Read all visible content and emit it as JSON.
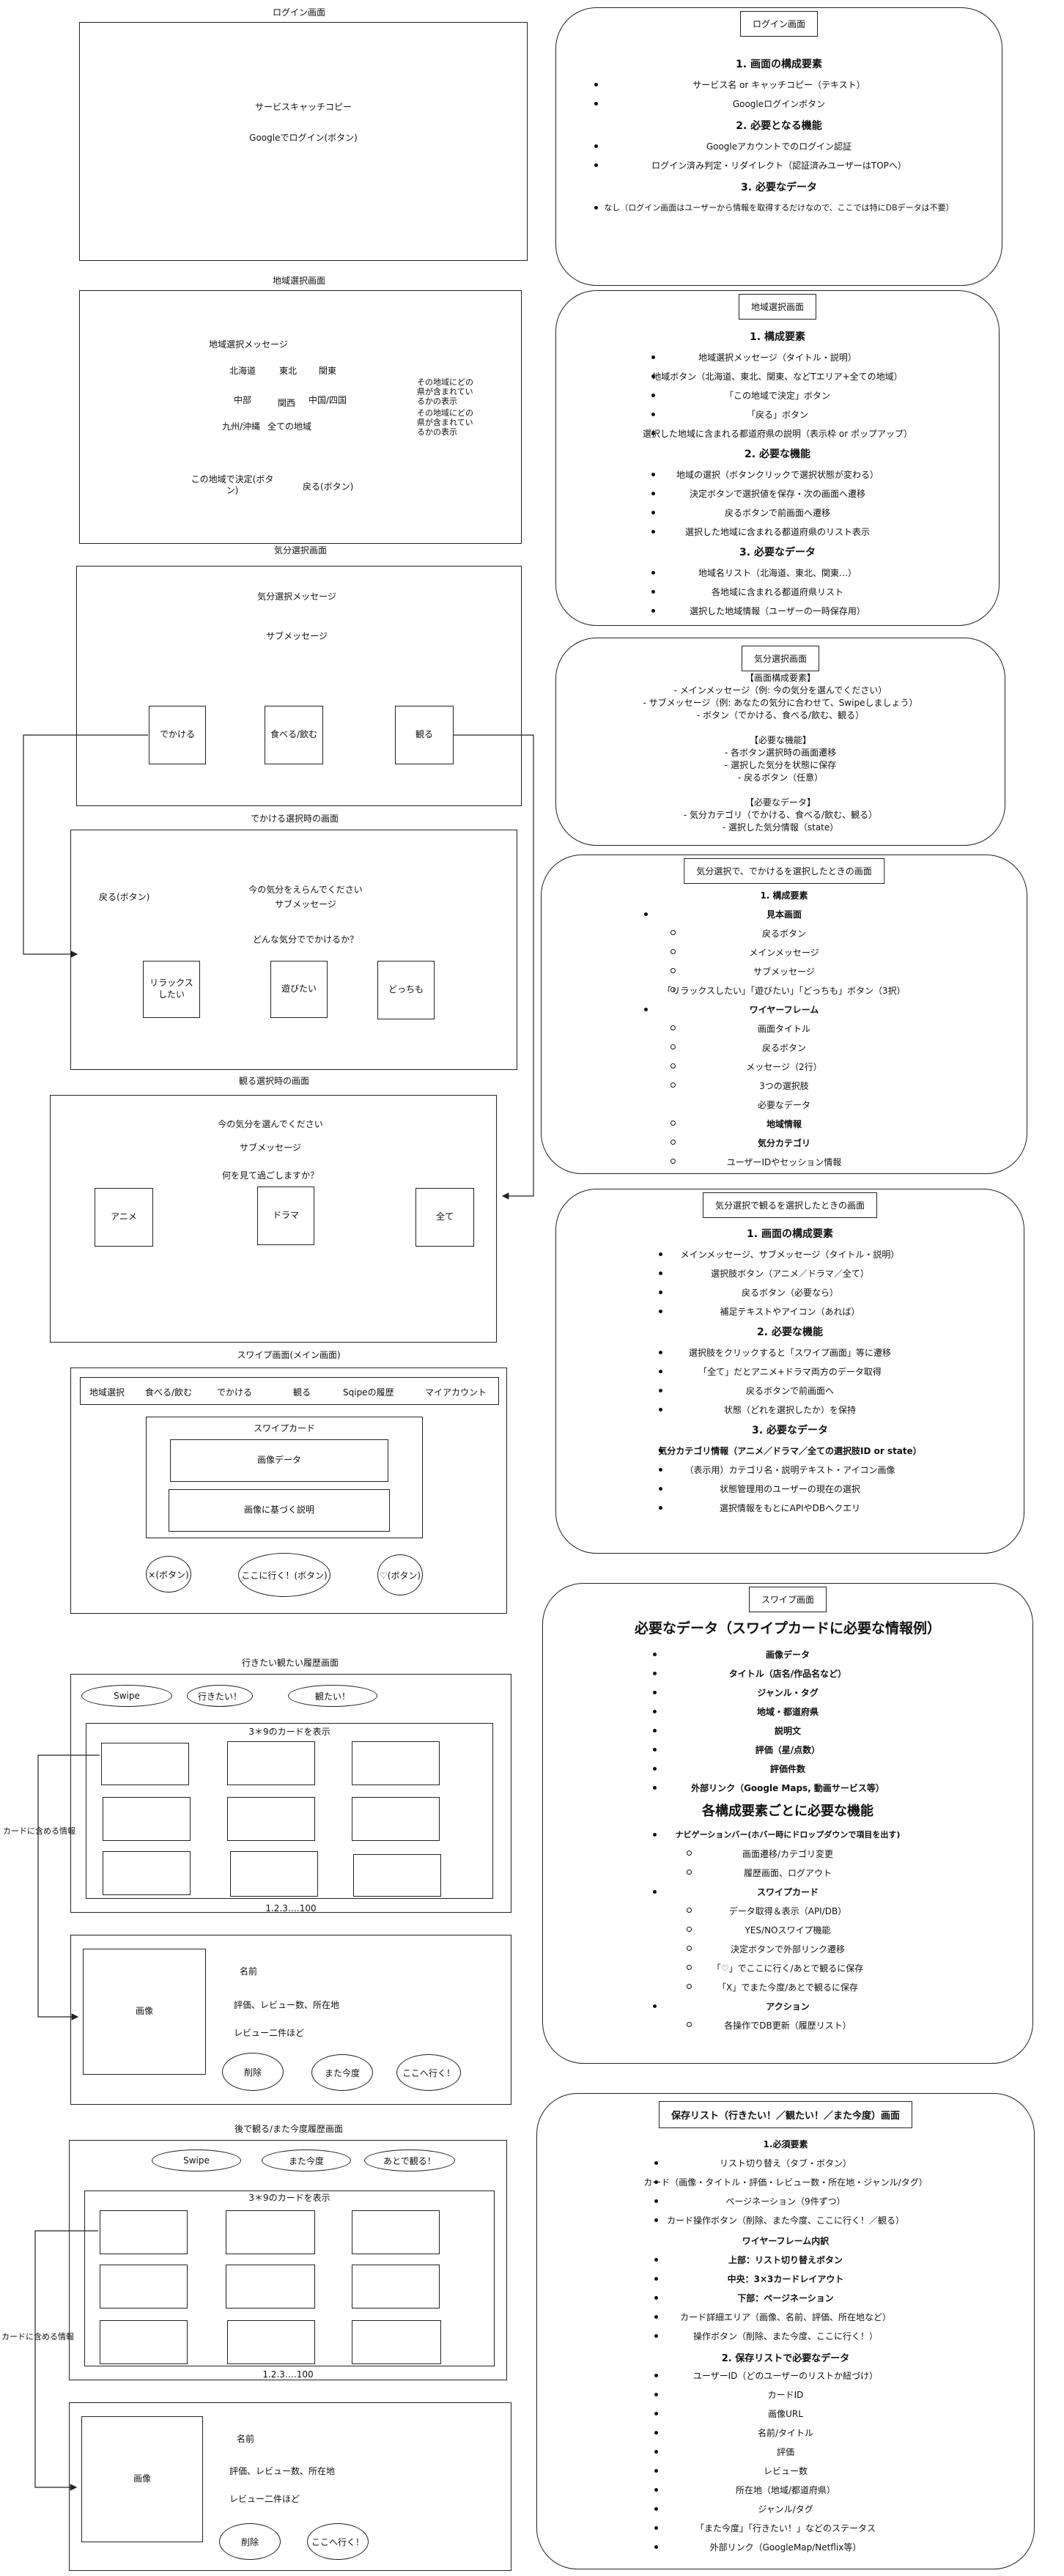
{
  "login": {
    "frame_title": "ログイン画面",
    "catchcopy": "サービスキャッチコピー",
    "google_button": "Googleでログイン(ボタン)",
    "panel": {
      "tag": "ログイン画面",
      "h1": "1. 画面の構成要素",
      "items1": [
        "サービス名 or キャッチコピー（テキスト）",
        "Googleログインボタン"
      ],
      "h2": "2. 必要となる機能",
      "items2": [
        "Googleアカウントでのログイン認証",
        "ログイン済み判定・リダイレクト（認証済みユーザーはTOPへ）"
      ],
      "h3": "3. 必要なデータ",
      "items3": [
        "なし（ログイン画面はユーザーから情報を取得するだけなので、ここでは特にDBデータは不要）"
      ]
    }
  },
  "region": {
    "frame_title": "地域選択画面",
    "message": "地域選択メッセージ",
    "regions": [
      "北海道",
      "東北",
      "関東",
      "中部",
      "関西",
      "中国/四国",
      "九州/沖縄",
      "全ての地域"
    ],
    "side_note": "その地域にどの県が含まれているかの表示",
    "decide": "この地域で決定(ボタン)",
    "back": "戻る(ボタン)",
    "panel": {
      "tag": "地域選択画面",
      "h1": "1. 構成要素",
      "items1": [
        "地域選択メッセージ（タイトル・説明）",
        "地域ボタン（北海道、東北、関東、などTエリア+全ての地域）",
        "「この地域で決定」ボタン",
        "「戻る」ボタン",
        "選択した地域に含まれる都道府県の説明（表示枠 or ポップアップ）"
      ],
      "h2": "2. 必要な機能",
      "items2": [
        "地域の選択（ボタンクリックで選択状態が変わる）",
        "決定ボタンで選択値を保存・次の画面へ遷移",
        "戻るボタンで前画面へ遷移",
        "選択した地域に含まれる都道府県のリスト表示"
      ],
      "h3": "3. 必要なデータ",
      "items3": [
        "地域名リスト（北海道、東北、関東…）",
        "各地域に含まれる都道府県リスト",
        "選択した地域情報（ユーザーの一時保存用）"
      ]
    }
  },
  "mood": {
    "frame_title": "気分選択画面",
    "message": "気分選択メッセージ",
    "sub": "サブメッセージ",
    "options": [
      "でかける",
      "食べる/飲む",
      "観る"
    ],
    "panel": {
      "tag": "気分選択画面",
      "body": "【画面構成要素】\n- メインメッセージ（例: 今の気分を選んでください）\n- サブメッセージ（例: あなたの気分に合わせて、Swipeしましょう）\n- ボタン（でかける、食べる/飲む、観る）\n\n【必要な機能】\n- 各ボタン選択時の画面遷移\n- 選択した気分を状態に保存\n- 戻るボタン（任意）\n\n【必要なデータ】\n- 気分カテゴリ（でかける、食べる/飲む、観る）\n- 選択した気分情報（state）"
    }
  },
  "outing": {
    "frame_title": "でかける選択時の画面",
    "back": "戻る(ボタン)",
    "msg1": "今の気分をえらんでください",
    "msg2": "サブメッセージ",
    "question": "どんな気分ででかけるか？",
    "options": [
      "リラックスしたい",
      "遊びたい",
      "どっちも"
    ],
    "panel": {
      "tag": "気分選択で、でかけるを選択したときの画面",
      "h1": "1. 構成要素",
      "sec1": "見本画面",
      "sec1_items": [
        "戻るボタン",
        "メインメッセージ",
        "サブメッセージ",
        "「リラックスしたい」「遊びたい」「どっちも」ボタン（3択）"
      ],
      "sec2": "ワイヤーフレーム",
      "sec2_items": [
        "画面タイトル",
        "戻るボタン",
        "メッセージ（2行）",
        "3つの選択肢"
      ],
      "data_label": "必要なデータ",
      "data_items": [
        "地域情報",
        "気分カテゴリ",
        "ユーザーIDやセッション情報"
      ]
    }
  },
  "watch": {
    "frame_title": "観る選択時の画面",
    "msg1": "今の気分を選んでください",
    "msg2": "サブメッセージ",
    "question": "何を見て過ごしますか？",
    "options": [
      "アニメ",
      "ドラマ",
      "全て"
    ],
    "panel": {
      "tag": "気分選択で観るを選択したときの画面",
      "h1": "1. 画面の構成要素",
      "items1": [
        "メインメッセージ、サブメッセージ（タイトル・説明）",
        "選択肢ボタン（アニメ／ドラマ／全て）",
        "戻るボタン（必要なら）",
        "補足テキストやアイコン（あれば）"
      ],
      "h2": "2. 必要な機能",
      "items2": [
        "選択肢をクリックすると「スワイプ画面」等に遷移",
        "「全て」だとアニメ+ドラマ両方のデータ取得",
        "戻るボタンで前画面へ",
        "状態（どれを選択したか）を保持"
      ],
      "h3": "3. 必要なデータ",
      "items3": [
        "気分カテゴリ情報（アニメ／ドラマ／全ての選択肢ID or state）",
        "（表示用）カテゴリ名・説明テキスト・アイコン画像",
        "状態管理用のユーザーの現在の選択",
        "選択情報をもとにAPIやDBへクエリ"
      ]
    }
  },
  "swipe": {
    "frame_title": "スワイプ画面(メイン画面)",
    "nav": [
      "地域選択",
      "食べる/飲む",
      "でかける",
      "観る",
      "Sqipeの履歴",
      "マイアカウント"
    ],
    "card_title": "スワイプカード",
    "image_data": "画像データ",
    "desc": "画像に基づく説明",
    "buttons": [
      "×(ボタン)",
      "ここに行く！(ボタン)",
      "♡(ボタン)"
    ],
    "panel": {
      "tag": "スワイプ画面",
      "title": "必要なデータ（スワイプカードに必要な情報例）",
      "data_items": [
        "画像データ",
        "タイトル（店名/作品名など）",
        "ジャンル・タグ",
        "地域・都道府県",
        "説明文",
        "評価（星/点数）",
        "評価件数",
        "外部リンク（Google Maps, 動画サービス等）"
      ],
      "title2": "各構成要素ごとに必要な機能",
      "s1": "ナビゲーションバー(ホバー時にドロップダウンで項目を出す)",
      "s1_items": [
        "画面遷移/カテゴリ変更",
        "履歴画面、ログアウト"
      ],
      "s2": "スワイプカード",
      "s2_items": [
        "データ取得＆表示（API/DB）",
        "YES/NOスワイプ機能",
        "決定ボタンで外部リンク遷移",
        "「♡」でここに行く/あとで観るに保存",
        "「X」でまた今度/あとで観るに保存"
      ],
      "s3": "アクション",
      "s3_items": [
        "各操作でDB更新（履歴リスト）"
      ]
    }
  },
  "history1": {
    "frame_title": "行きたい観たい履歴画面",
    "tabs": [
      "Swipe",
      "行きたい！",
      "観たい！"
    ],
    "grid_label": "3＊9のカードを表示",
    "pagination": "1.2.3….100",
    "side_label": "カードに含める情報",
    "detail": {
      "image": "画像",
      "name": "名前",
      "info": "評価、レビュー数、所在地",
      "review": "レビュー二件ほど",
      "buttons": [
        "削除",
        "また今度",
        "ここへ行く！"
      ]
    }
  },
  "history2": {
    "frame_title": "後で観る/また今度履歴画面",
    "tabs": [
      "Swipe",
      "また今度",
      "あとで観る！"
    ],
    "grid_label": "3＊9のカードを表示",
    "pagination": "1.2.3….100",
    "side_label": "カードに含める情報",
    "detail": {
      "image": "画像",
      "name": "名前",
      "info": "評価、レビュー数、所在地",
      "review": "レビュー二件ほど",
      "buttons": [
        "削除",
        "ここへ行く！"
      ]
    }
  },
  "saved": {
    "panel": {
      "tag": "保存リスト（行きたい！／観たい！／また今度）画面",
      "h1": "1.必須要素",
      "items1": [
        "リスト切り替え（タブ・ボタン）",
        "カード（画像・タイトル・評価・レビュー数・所在地・ジャンル/タグ）",
        "ページネーション（9件ずつ）",
        "カード操作ボタン（削除、また今度、ここに行く！／観る）"
      ],
      "wf": "ワイヤーフレーム内訳",
      "wf_items": [
        "上部：リスト切り替えボタン",
        "中央：3×3カードレイアウト",
        "下部：ページネーション",
        "カード詳細エリア（画像、名前、評価、所在地など）",
        "操作ボタン（削除、また今度、ここに行く！）"
      ],
      "h2": "2. 保存リストで必要なデータ",
      "items2": [
        "ユーザーID（どのユーザーのリストか紐づけ）",
        "カードID",
        "画像URL",
        "名前/タイトル",
        "評価",
        "レビュー数",
        "所在地（地域/都道府県）",
        "ジャンル/タグ",
        "「また今度」「行きたい！」などのステータス",
        "外部リンク（GoogleMap/Netflix等）"
      ]
    }
  }
}
